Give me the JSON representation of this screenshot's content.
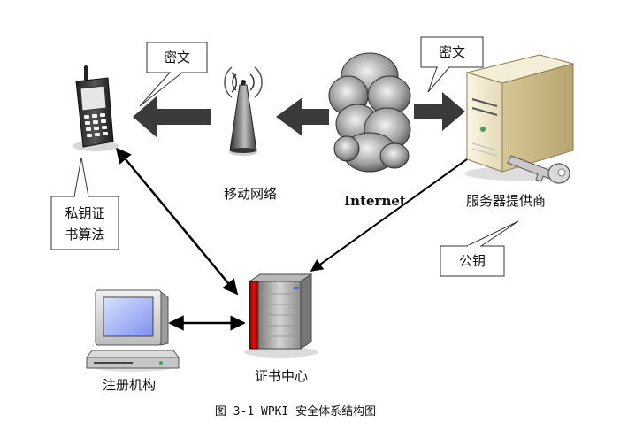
{
  "diagram": {
    "callouts": {
      "left_ciphertext": "密文",
      "right_ciphertext": "密文",
      "private_key_line1": "私钥证",
      "private_key_line2": "书算法",
      "public_key": "公钥"
    },
    "labels": {
      "mobile_network": "移动网络",
      "internet": "Internet",
      "service_provider": "服务器提供商",
      "certificate_center": "证书中心",
      "registration_authority": "注册机构"
    },
    "caption": "图 3-1 WPKI 安全体系结构图"
  }
}
